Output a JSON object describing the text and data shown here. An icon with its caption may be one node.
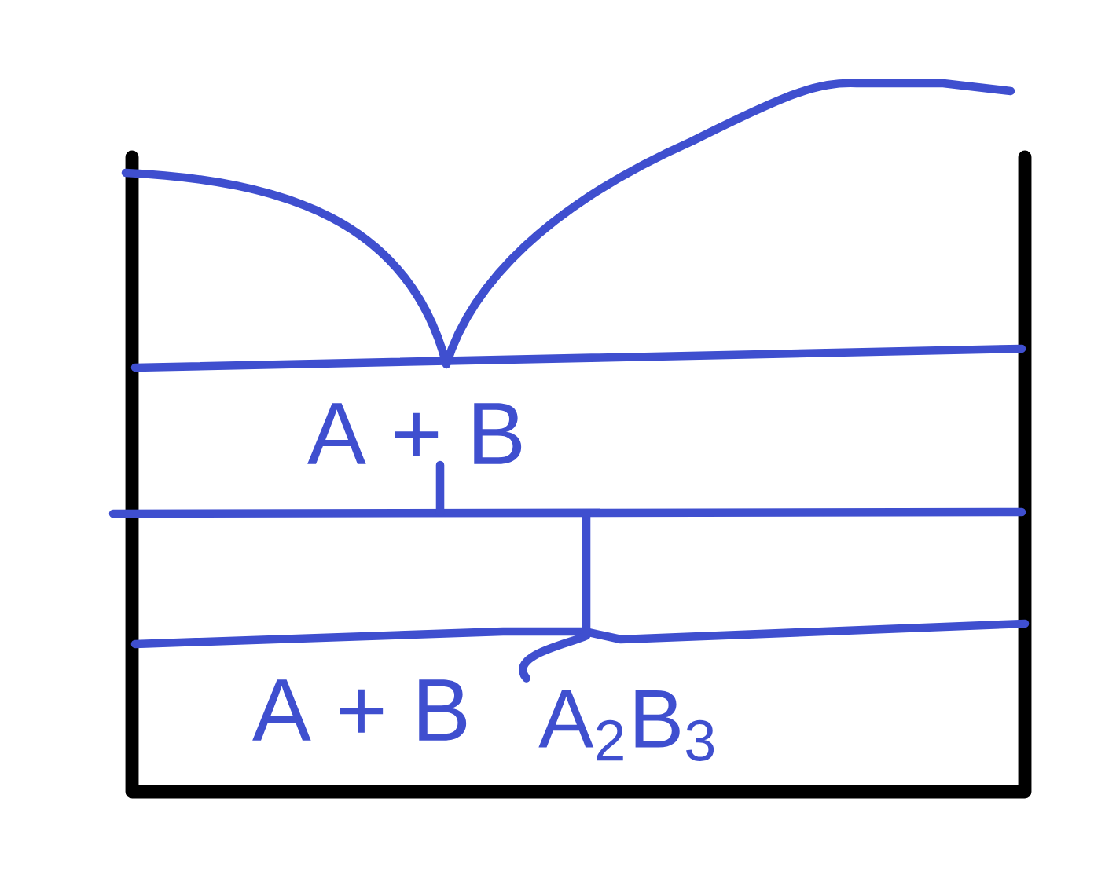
{
  "diagram": {
    "nodes": [
      {
        "text": [
          "A$_{2}$B$_{3}$"
        ]
      },
      {
        "text": [],
        "shape": "bar"
      }
    ],
    "edges": [
      {
        "from": 0,
        "to": 1,
        "arrow": "none"
      }
    ],
    "labels": [
      "A + B",
      "A + B"
    ]
  }
}
